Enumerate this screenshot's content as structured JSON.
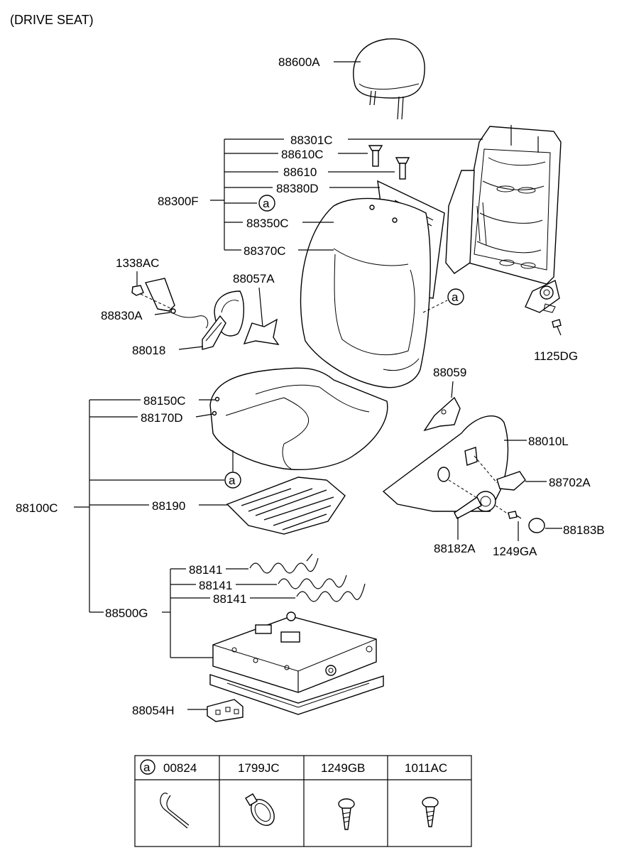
{
  "title": "(DRIVE SEAT)",
  "labels": {
    "p88600A": "88600A",
    "p88301C": "88301C",
    "p88610C": "88610C",
    "p88610": "88610",
    "p88380D": "88380D",
    "p88300F": "88300F",
    "p88350C": "88350C",
    "p88370C": "88370C",
    "p1338AC": "1338AC",
    "p88057A": "88057A",
    "p88830A": "88830A",
    "p88018": "88018",
    "p1125DG": "1125DG",
    "p88059": "88059",
    "p88150C": "88150C",
    "p88170D": "88170D",
    "p88010L": "88010L",
    "p88702A": "88702A",
    "p88100C": "88100C",
    "p88190": "88190",
    "p88183B": "88183B",
    "p88182A": "88182A",
    "p1249GA": "1249GA",
    "p88141a": "88141",
    "p88141b": "88141",
    "p88141c": "88141",
    "p88500G": "88500G",
    "p88054H": "88054H",
    "ref_a": "a"
  },
  "legend_table": {
    "headers": [
      "00824",
      "1799JC",
      "1249GB",
      "1011AC"
    ],
    "marker": "a"
  }
}
